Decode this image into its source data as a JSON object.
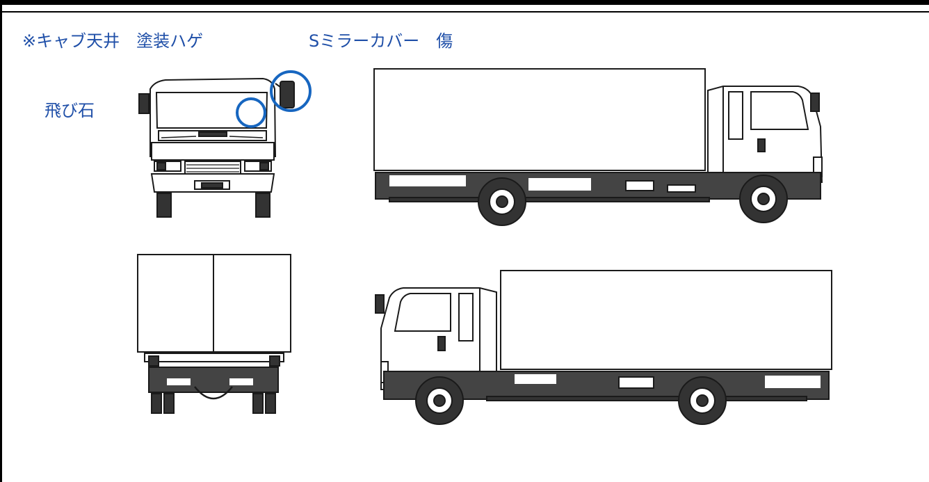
{
  "annotations": {
    "cab_roof": "※キャブ天井　塗装ハゲ",
    "mirror_cover": "Sミラーカバー　傷",
    "flying_stone": "飛び石"
  },
  "colors": {
    "annotation": "#1f4fa8",
    "line": "#1a1a1a",
    "marker": "#1766c0"
  },
  "views": [
    "front-view",
    "left-side-view",
    "rear-view",
    "right-side-view"
  ],
  "damage_markers": [
    "windshield-chip-marker",
    "mirror-cover-scratch-marker"
  ]
}
